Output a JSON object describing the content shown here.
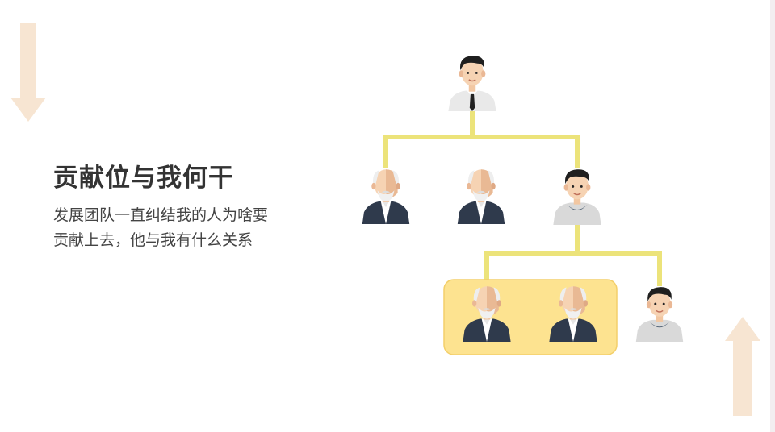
{
  "slide": {
    "title": "贡献位与我何干",
    "body_lines": [
      "发展团队一直纠结我的人为啥要",
      "贡献上去，他与我有什么关系"
    ]
  },
  "colors": {
    "connector": "#ece37a",
    "highlight_fill": "#fde390",
    "highlight_border": "#f3cf6a",
    "arrow": "#f7e5d2",
    "title": "#333333",
    "body": "#444444"
  },
  "org_chart": {
    "nodes": [
      {
        "id": "top",
        "icon": "young-man-tie-icon"
      },
      {
        "id": "l2-a",
        "icon": "elder-man-icon"
      },
      {
        "id": "l2-b",
        "icon": "elder-man-icon"
      },
      {
        "id": "l2-c",
        "icon": "young-man-hoodie-icon"
      },
      {
        "id": "l3-a",
        "icon": "elder-man-icon",
        "highlighted": true
      },
      {
        "id": "l3-b",
        "icon": "elder-man-icon",
        "highlighted": true
      },
      {
        "id": "l3-c",
        "icon": "young-man-hoodie-icon"
      }
    ]
  },
  "decorations": [
    "down-arrow-icon",
    "up-arrow-icon"
  ]
}
